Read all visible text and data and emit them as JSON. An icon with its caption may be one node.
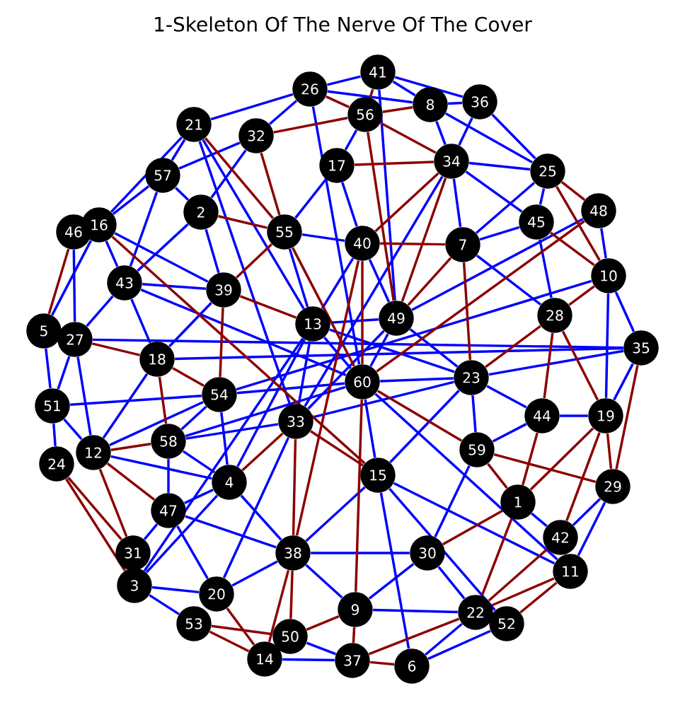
{
  "diagram": {
    "title": "1-Skeleton Of The Nerve Of The Cover",
    "nodes": [
      {
        "text": [
          "1"
        ]
      },
      {
        "text": [
          "2"
        ]
      },
      {
        "text": [
          "3"
        ]
      },
      {
        "text": [
          "4"
        ]
      },
      {
        "text": [
          "5"
        ]
      },
      {
        "text": [
          "6"
        ]
      },
      {
        "text": [
          "7"
        ]
      },
      {
        "text": [
          "8"
        ]
      },
      {
        "text": [
          "9"
        ]
      },
      {
        "text": [
          "10"
        ]
      },
      {
        "text": [
          "11"
        ]
      },
      {
        "text": [
          "12"
        ]
      },
      {
        "text": [
          "13"
        ]
      },
      {
        "text": [
          "14"
        ]
      },
      {
        "text": [
          "15"
        ]
      },
      {
        "text": [
          "16"
        ]
      },
      {
        "text": [
          "17"
        ]
      },
      {
        "text": [
          "18"
        ]
      },
      {
        "text": [
          "19"
        ]
      },
      {
        "text": [
          "20"
        ]
      },
      {
        "text": [
          "21"
        ]
      },
      {
        "text": [
          "22"
        ]
      },
      {
        "text": [
          "23"
        ]
      },
      {
        "text": [
          "24"
        ]
      },
      {
        "text": [
          "25"
        ]
      },
      {
        "text": [
          "26"
        ]
      },
      {
        "text": [
          "27"
        ]
      },
      {
        "text": [
          "28"
        ]
      },
      {
        "text": [
          "29"
        ]
      },
      {
        "text": [
          "30"
        ]
      },
      {
        "text": [
          "31"
        ]
      },
      {
        "text": [
          "32"
        ]
      },
      {
        "text": [
          "33"
        ]
      },
      {
        "text": [
          "34"
        ]
      },
      {
        "text": [
          "35"
        ]
      },
      {
        "text": [
          "36"
        ]
      },
      {
        "text": [
          "37"
        ]
      },
      {
        "text": [
          "38"
        ]
      },
      {
        "text": [
          "39"
        ]
      },
      {
        "text": [
          "40"
        ]
      },
      {
        "text": [
          "41"
        ]
      },
      {
        "text": [
          "42"
        ]
      },
      {
        "text": [
          "43"
        ]
      },
      {
        "text": [
          "44"
        ]
      },
      {
        "text": [
          "45"
        ]
      },
      {
        "text": [
          "46"
        ]
      },
      {
        "text": [
          "47"
        ]
      },
      {
        "text": [
          "48"
        ]
      },
      {
        "text": [
          "49"
        ]
      },
      {
        "text": [
          "50"
        ]
      },
      {
        "text": [
          "51"
        ]
      },
      {
        "text": [
          "52"
        ]
      },
      {
        "text": [
          "53"
        ]
      },
      {
        "text": [
          "54"
        ]
      },
      {
        "text": [
          "55"
        ]
      },
      {
        "text": [
          "56"
        ]
      },
      {
        "text": [
          "57"
        ]
      },
      {
        "text": [
          "58"
        ]
      },
      {
        "text": [
          "59"
        ]
      },
      {
        "text": [
          "60"
        ]
      }
    ],
    "edges": [
      {
        "from": 40,
        "to": 25,
        "arrow": "none"
      },
      {
        "from": 40,
        "to": 7,
        "arrow": "none"
      },
      {
        "from": 40,
        "to": 35,
        "arrow": "none"
      },
      {
        "from": 40,
        "to": 48,
        "arrow": "none"
      },
      {
        "from": 25,
        "to": 20,
        "arrow": "none"
      },
      {
        "from": 25,
        "to": 31,
        "arrow": "none"
      },
      {
        "from": 25,
        "to": 7,
        "arrow": "none"
      },
      {
        "from": 25,
        "to": 59,
        "arrow": "none"
      },
      {
        "from": 55,
        "to": 16,
        "arrow": "none"
      },
      {
        "from": 7,
        "to": 35,
        "arrow": "none"
      },
      {
        "from": 7,
        "to": 33,
        "arrow": "none"
      },
      {
        "from": 7,
        "to": 24,
        "arrow": "none"
      },
      {
        "from": 35,
        "to": 24,
        "arrow": "none"
      },
      {
        "from": 35,
        "to": 33,
        "arrow": "none"
      },
      {
        "from": 39,
        "to": 12,
        "arrow": "none"
      },
      {
        "from": 33,
        "to": 24,
        "arrow": "none"
      },
      {
        "from": 33,
        "to": 44,
        "arrow": "none"
      },
      {
        "from": 33,
        "to": 6,
        "arrow": "none"
      },
      {
        "from": 33,
        "to": 32,
        "arrow": "none"
      },
      {
        "from": 16,
        "to": 39,
        "arrow": "none"
      },
      {
        "from": 16,
        "to": 54,
        "arrow": "none"
      },
      {
        "from": 31,
        "to": 1,
        "arrow": "none"
      },
      {
        "from": 31,
        "to": 56,
        "arrow": "none"
      },
      {
        "from": 54,
        "to": 39,
        "arrow": "none"
      },
      {
        "from": 54,
        "to": 12,
        "arrow": "none"
      },
      {
        "from": 39,
        "to": 48,
        "arrow": "none"
      },
      {
        "from": 6,
        "to": 44,
        "arrow": "none"
      },
      {
        "from": 6,
        "to": 24,
        "arrow": "none"
      },
      {
        "from": 6,
        "to": 27,
        "arrow": "none"
      },
      {
        "from": 48,
        "to": 32,
        "arrow": "none"
      },
      {
        "from": 24,
        "to": 44,
        "arrow": "none"
      },
      {
        "from": 44,
        "to": 27,
        "arrow": "none"
      },
      {
        "from": 47,
        "to": 9,
        "arrow": "none"
      },
      {
        "from": 47,
        "to": 48,
        "arrow": "none"
      },
      {
        "from": 9,
        "to": 34,
        "arrow": "none"
      },
      {
        "from": 9,
        "to": 18,
        "arrow": "none"
      },
      {
        "from": 9,
        "to": 53,
        "arrow": "none"
      },
      {
        "from": 34,
        "to": 26,
        "arrow": "none"
      },
      {
        "from": 34,
        "to": 17,
        "arrow": "none"
      },
      {
        "from": 34,
        "to": 22,
        "arrow": "none"
      },
      {
        "from": 22,
        "to": 32,
        "arrow": "none"
      },
      {
        "from": 34,
        "to": 18,
        "arrow": "none"
      },
      {
        "from": 18,
        "to": 43,
        "arrow": "none"
      },
      {
        "from": 43,
        "to": 22,
        "arrow": "none"
      },
      {
        "from": 43,
        "to": 58,
        "arrow": "none"
      },
      {
        "from": 22,
        "to": 58,
        "arrow": "none"
      },
      {
        "from": 22,
        "to": 59,
        "arrow": "none"
      },
      {
        "from": 22,
        "to": 12,
        "arrow": "none"
      },
      {
        "from": 28,
        "to": 10,
        "arrow": "none"
      },
      {
        "from": 28,
        "to": 41,
        "arrow": "none"
      },
      {
        "from": 0,
        "to": 41,
        "arrow": "none"
      },
      {
        "from": 21,
        "to": 8,
        "arrow": "none"
      },
      {
        "from": 21,
        "to": 5,
        "arrow": "none"
      },
      {
        "from": 51,
        "to": 5,
        "arrow": "none"
      },
      {
        "from": 51,
        "to": 14,
        "arrow": "none"
      },
      {
        "from": 20,
        "to": 56,
        "arrow": "none"
      },
      {
        "from": 20,
        "to": 15,
        "arrow": "none"
      },
      {
        "from": 20,
        "to": 12,
        "arrow": "none"
      },
      {
        "from": 20,
        "to": 32,
        "arrow": "none"
      },
      {
        "from": 56,
        "to": 1,
        "arrow": "none"
      },
      {
        "from": 56,
        "to": 42,
        "arrow": "none"
      },
      {
        "from": 15,
        "to": 56,
        "arrow": "none"
      },
      {
        "from": 1,
        "to": 42,
        "arrow": "none"
      },
      {
        "from": 1,
        "to": 38,
        "arrow": "none"
      },
      {
        "from": 45,
        "to": 26,
        "arrow": "none"
      },
      {
        "from": 15,
        "to": 4,
        "arrow": "none"
      },
      {
        "from": 15,
        "to": 42,
        "arrow": "none"
      },
      {
        "from": 15,
        "to": 38,
        "arrow": "none"
      },
      {
        "from": 42,
        "to": 38,
        "arrow": "none"
      },
      {
        "from": 42,
        "to": 26,
        "arrow": "none"
      },
      {
        "from": 42,
        "to": 17,
        "arrow": "none"
      },
      {
        "from": 42,
        "to": 59,
        "arrow": "none"
      },
      {
        "from": 26,
        "to": 50,
        "arrow": "none"
      },
      {
        "from": 26,
        "to": 11,
        "arrow": "none"
      },
      {
        "from": 4,
        "to": 50,
        "arrow": "none"
      },
      {
        "from": 50,
        "to": 11,
        "arrow": "none"
      },
      {
        "from": 50,
        "to": 23,
        "arrow": "none"
      },
      {
        "from": 50,
        "to": 53,
        "arrow": "none"
      },
      {
        "from": 11,
        "to": 17,
        "arrow": "none"
      },
      {
        "from": 11,
        "to": 53,
        "arrow": "none"
      },
      {
        "from": 57,
        "to": 32,
        "arrow": "none"
      },
      {
        "from": 11,
        "to": 3,
        "arrow": "none"
      },
      {
        "from": 17,
        "to": 38,
        "arrow": "none"
      },
      {
        "from": 53,
        "to": 57,
        "arrow": "none"
      },
      {
        "from": 53,
        "to": 3,
        "arrow": "none"
      },
      {
        "from": 53,
        "to": 59,
        "arrow": "none"
      },
      {
        "from": 57,
        "to": 3,
        "arrow": "none"
      },
      {
        "from": 57,
        "to": 46,
        "arrow": "none"
      },
      {
        "from": 57,
        "to": 59,
        "arrow": "none"
      },
      {
        "from": 46,
        "to": 30,
        "arrow": "none"
      },
      {
        "from": 46,
        "to": 3,
        "arrow": "none"
      },
      {
        "from": 46,
        "to": 37,
        "arrow": "none"
      },
      {
        "from": 46,
        "to": 19,
        "arrow": "none"
      },
      {
        "from": 2,
        "to": 3,
        "arrow": "none"
      },
      {
        "from": 2,
        "to": 12,
        "arrow": "none"
      },
      {
        "from": 2,
        "to": 19,
        "arrow": "none"
      },
      {
        "from": 2,
        "to": 52,
        "arrow": "none"
      },
      {
        "from": 19,
        "to": 37,
        "arrow": "none"
      },
      {
        "from": 19,
        "to": 32,
        "arrow": "none"
      },
      {
        "from": 3,
        "to": 37,
        "arrow": "none"
      },
      {
        "from": 37,
        "to": 29,
        "arrow": "none"
      },
      {
        "from": 37,
        "to": 8,
        "arrow": "none"
      },
      {
        "from": 37,
        "to": 14,
        "arrow": "none"
      },
      {
        "from": 14,
        "to": 5,
        "arrow": "none"
      },
      {
        "from": 14,
        "to": 22,
        "arrow": "none"
      },
      {
        "from": 8,
        "to": 29,
        "arrow": "none"
      },
      {
        "from": 29,
        "to": 21,
        "arrow": "none"
      },
      {
        "from": 29,
        "to": 58,
        "arrow": "none"
      },
      {
        "from": 59,
        "to": 14,
        "arrow": "none"
      },
      {
        "from": 36,
        "to": 13,
        "arrow": "none"
      },
      {
        "from": 36,
        "to": 49,
        "arrow": "none"
      },
      {
        "from": 59,
        "to": 12,
        "arrow": "none"
      },
      {
        "from": 59,
        "to": 48,
        "arrow": "none"
      },
      {
        "from": 59,
        "to": 10,
        "arrow": "none"
      },
      {
        "from": 12,
        "to": 48,
        "arrow": "none"
      },
      {
        "from": 12,
        "to": 32,
        "arrow": "none"
      },
      {
        "from": 48,
        "to": 22,
        "arrow": "none"
      },
      {
        "from": 3,
        "to": 12,
        "arrow": "none"
      },
      {
        "from": 14,
        "to": 10,
        "arrow": "none"
      },
      {
        "from": 40,
        "to": 55,
        "arrow": "none",
        "color": "#8b0000"
      },
      {
        "from": 25,
        "to": 55,
        "arrow": "none",
        "color": "#8b0000"
      },
      {
        "from": 55,
        "to": 31,
        "arrow": "none",
        "color": "#8b0000"
      },
      {
        "from": 55,
        "to": 7,
        "arrow": "none",
        "color": "#8b0000"
      },
      {
        "from": 55,
        "to": 33,
        "arrow": "none",
        "color": "#8b0000"
      },
      {
        "from": 49,
        "to": 37,
        "arrow": "none",
        "color": "#8b0000"
      },
      {
        "from": 55,
        "to": 48,
        "arrow": "none",
        "color": "#8b0000"
      },
      {
        "from": 33,
        "to": 16,
        "arrow": "none",
        "color": "#8b0000"
      },
      {
        "from": 33,
        "to": 39,
        "arrow": "none",
        "color": "#8b0000"
      },
      {
        "from": 33,
        "to": 48,
        "arrow": "none",
        "color": "#8b0000"
      },
      {
        "from": 31,
        "to": 54,
        "arrow": "none",
        "color": "#8b0000"
      },
      {
        "from": 1,
        "to": 54,
        "arrow": "none",
        "color": "#8b0000"
      },
      {
        "from": 54,
        "to": 38,
        "arrow": "none",
        "color": "#8b0000"
      },
      {
        "from": 54,
        "to": 59,
        "arrow": "none",
        "color": "#8b0000"
      },
      {
        "from": 39,
        "to": 6,
        "arrow": "none",
        "color": "#8b0000"
      },
      {
        "from": 39,
        "to": 59,
        "arrow": "none",
        "color": "#8b0000"
      },
      {
        "from": 6,
        "to": 22,
        "arrow": "none",
        "color": "#8b0000"
      },
      {
        "from": 6,
        "to": 48,
        "arrow": "none",
        "color": "#8b0000"
      },
      {
        "from": 24,
        "to": 47,
        "arrow": "none",
        "color": "#8b0000"
      },
      {
        "from": 24,
        "to": 9,
        "arrow": "none",
        "color": "#8b0000"
      },
      {
        "from": 44,
        "to": 9,
        "arrow": "none",
        "color": "#8b0000"
      },
      {
        "from": 9,
        "to": 27,
        "arrow": "none",
        "color": "#8b0000"
      },
      {
        "from": 47,
        "to": 59,
        "arrow": "none",
        "color": "#8b0000"
      },
      {
        "from": 27,
        "to": 22,
        "arrow": "none",
        "color": "#8b0000"
      },
      {
        "from": 27,
        "to": 43,
        "arrow": "none",
        "color": "#8b0000"
      },
      {
        "from": 27,
        "to": 18,
        "arrow": "none",
        "color": "#8b0000"
      },
      {
        "from": 34,
        "to": 28,
        "arrow": "none",
        "color": "#8b0000"
      },
      {
        "from": 18,
        "to": 28,
        "arrow": "none",
        "color": "#8b0000"
      },
      {
        "from": 18,
        "to": 0,
        "arrow": "none",
        "color": "#8b0000"
      },
      {
        "from": 18,
        "to": 41,
        "arrow": "none",
        "color": "#8b0000"
      },
      {
        "from": 43,
        "to": 0,
        "arrow": "none",
        "color": "#8b0000"
      },
      {
        "from": 58,
        "to": 28,
        "arrow": "none",
        "color": "#8b0000"
      },
      {
        "from": 58,
        "to": 0,
        "arrow": "none",
        "color": "#8b0000"
      },
      {
        "from": 58,
        "to": 59,
        "arrow": "none",
        "color": "#8b0000"
      },
      {
        "from": 0,
        "to": 21,
        "arrow": "none",
        "color": "#8b0000"
      },
      {
        "from": 0,
        "to": 29,
        "arrow": "none",
        "color": "#8b0000"
      },
      {
        "from": 41,
        "to": 21,
        "arrow": "none",
        "color": "#8b0000"
      },
      {
        "from": 10,
        "to": 51,
        "arrow": "none",
        "color": "#8b0000"
      },
      {
        "from": 10,
        "to": 21,
        "arrow": "none",
        "color": "#8b0000"
      },
      {
        "from": 21,
        "to": 36,
        "arrow": "none",
        "color": "#8b0000"
      },
      {
        "from": 20,
        "to": 54,
        "arrow": "none",
        "color": "#8b0000"
      },
      {
        "from": 15,
        "to": 14,
        "arrow": "none",
        "color": "#8b0000"
      },
      {
        "from": 45,
        "to": 4,
        "arrow": "none",
        "color": "#8b0000"
      },
      {
        "from": 26,
        "to": 17,
        "arrow": "none",
        "color": "#8b0000"
      },
      {
        "from": 23,
        "to": 30,
        "arrow": "none",
        "color": "#8b0000"
      },
      {
        "from": 23,
        "to": 2,
        "arrow": "none",
        "color": "#8b0000"
      },
      {
        "from": 11,
        "to": 57,
        "arrow": "none",
        "color": "#8b0000"
      },
      {
        "from": 11,
        "to": 30,
        "arrow": "none",
        "color": "#8b0000"
      },
      {
        "from": 11,
        "to": 46,
        "arrow": "none",
        "color": "#8b0000"
      },
      {
        "from": 17,
        "to": 57,
        "arrow": "none",
        "color": "#8b0000"
      },
      {
        "from": 17,
        "to": 53,
        "arrow": "none",
        "color": "#8b0000"
      },
      {
        "from": 38,
        "to": 53,
        "arrow": "none",
        "color": "#8b0000"
      },
      {
        "from": 38,
        "to": 12,
        "arrow": "none",
        "color": "#8b0000"
      },
      {
        "from": 19,
        "to": 13,
        "arrow": "none",
        "color": "#8b0000"
      },
      {
        "from": 52,
        "to": 13,
        "arrow": "none",
        "color": "#8b0000"
      },
      {
        "from": 52,
        "to": 49,
        "arrow": "none",
        "color": "#8b0000"
      },
      {
        "from": 3,
        "to": 32,
        "arrow": "none",
        "color": "#8b0000"
      },
      {
        "from": 37,
        "to": 13,
        "arrow": "none",
        "color": "#8b0000"
      },
      {
        "from": 37,
        "to": 32,
        "arrow": "none",
        "color": "#8b0000"
      },
      {
        "from": 32,
        "to": 14,
        "arrow": "none",
        "color": "#8b0000"
      },
      {
        "from": 8,
        "to": 36,
        "arrow": "none",
        "color": "#8b0000"
      },
      {
        "from": 8,
        "to": 49,
        "arrow": "none",
        "color": "#8b0000"
      },
      {
        "from": 8,
        "to": 59,
        "arrow": "none",
        "color": "#8b0000"
      },
      {
        "from": 5,
        "to": 36,
        "arrow": "none",
        "color": "#8b0000"
      },
      {
        "from": 37,
        "to": 39,
        "arrow": "none",
        "color": "#8b0000"
      }
    ]
  }
}
